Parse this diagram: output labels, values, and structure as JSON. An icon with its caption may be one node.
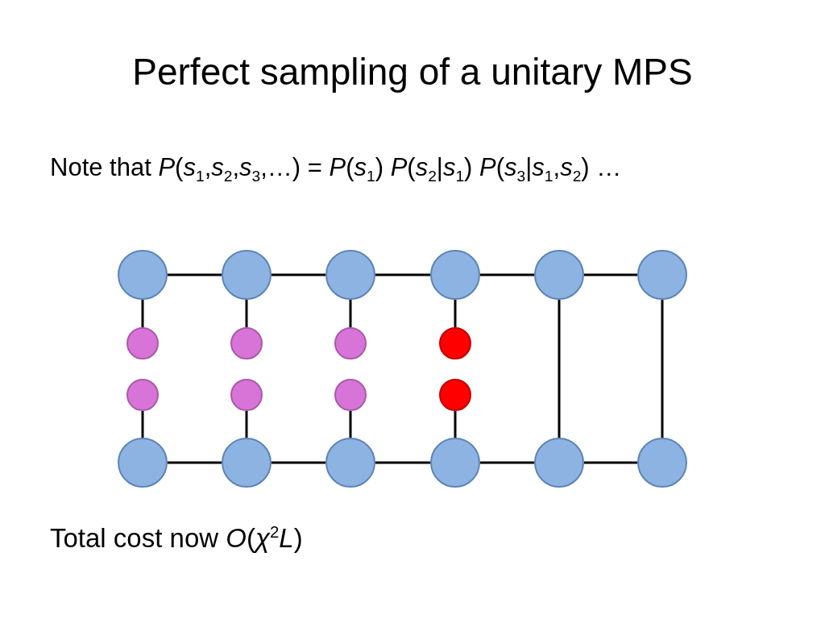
{
  "diagram": {
    "title": "Perfect sampling of a unitary MPS",
    "nodes": [
      {
        "text": [],
        "shape": "circle"
      },
      {
        "text": [],
        "shape": "circle"
      },
      {
        "text": [],
        "shape": "circle"
      },
      {
        "text": [],
        "shape": "circle"
      },
      {
        "text": [],
        "shape": "circle"
      },
      {
        "text": [],
        "shape": "circle"
      },
      {
        "text": [],
        "shape": "circle"
      },
      {
        "text": [],
        "shape": "circle"
      },
      {
        "text": [],
        "shape": "circle"
      },
      {
        "text": [],
        "shape": "circle"
      },
      {
        "text": [],
        "shape": "circle"
      },
      {
        "text": [],
        "shape": "circle"
      },
      {
        "text": [],
        "shape": "circle"
      },
      {
        "text": [],
        "shape": "circle"
      },
      {
        "text": [],
        "shape": "circle"
      },
      {
        "text": [],
        "shape": "circle"
      },
      {
        "text": [],
        "shape": "circle"
      },
      {
        "text": [],
        "shape": "circle"
      },
      {
        "text": [],
        "shape": "circle"
      },
      {
        "text": [],
        "shape": "circle"
      }
    ],
    "edges": [
      {
        "from": 0,
        "to": 1,
        "arrow": "none"
      },
      {
        "from": 1,
        "to": 2,
        "arrow": "none"
      },
      {
        "from": 2,
        "to": 3,
        "arrow": "none"
      },
      {
        "from": 3,
        "to": 4,
        "arrow": "none"
      },
      {
        "from": 4,
        "to": 5,
        "arrow": "none"
      },
      {
        "from": 0,
        "to": 6,
        "arrow": "none"
      },
      {
        "from": 1,
        "to": 7,
        "arrow": "none"
      },
      {
        "from": 2,
        "to": 8,
        "arrow": "none"
      },
      {
        "from": 3,
        "to": 9,
        "arrow": "none"
      },
      {
        "from": 4,
        "to": 18,
        "arrow": "none"
      },
      {
        "from": 5,
        "to": 19,
        "arrow": "none"
      },
      {
        "from": 10,
        "to": 14,
        "arrow": "none"
      },
      {
        "from": 11,
        "to": 15,
        "arrow": "none"
      },
      {
        "from": 12,
        "to": 16,
        "arrow": "none"
      },
      {
        "from": 13,
        "to": 17,
        "arrow": "none"
      },
      {
        "from": 14,
        "to": 15,
        "arrow": "none"
      },
      {
        "from": 15,
        "to": 16,
        "arrow": "none"
      },
      {
        "from": 16,
        "to": 17,
        "arrow": "none"
      },
      {
        "from": 17,
        "to": 18,
        "arrow": "none"
      },
      {
        "from": 18,
        "to": 19,
        "arrow": "none"
      }
    ],
    "labels": [
      "Note that *P*(*s*$_{1}$,*s*$_{2}$,*s*$_{3}$,…) = *P*(*s*$_{1}$) *P*(*s*$_{2}$|*s*$_{1}$) *P*(*s*$_{3}$|*s*$_{1}$,*s*$_{2}$) …",
      "Total cost now *O*(*χ*$^{2}$*L*)"
    ]
  }
}
